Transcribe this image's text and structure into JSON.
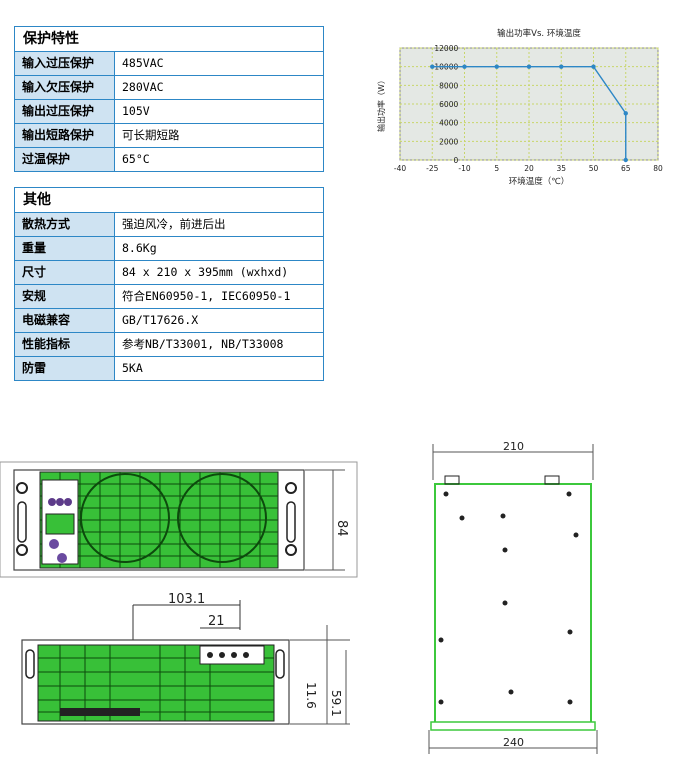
{
  "protection": {
    "title": "保护特性",
    "rows": [
      {
        "label": "输入过压保护",
        "value": "485VAC"
      },
      {
        "label": "输入欠压保护",
        "value": "280VAC"
      },
      {
        "label": "输出过压保护",
        "value": "105V"
      },
      {
        "label": "输出短路保护",
        "value": "可长期短路"
      },
      {
        "label": "过温保护",
        "value": "65°C"
      }
    ]
  },
  "other": {
    "title": "其他",
    "rows": [
      {
        "label": "散热方式",
        "value": "强迫风冷，前进后出"
      },
      {
        "label": "重量",
        "value": "8.6Kg"
      },
      {
        "label": "尺寸",
        "value": "84 x 210 x 395mm (wxhxd)"
      },
      {
        "label": "安规",
        "value": "符合EN60950-1, IEC60950-1"
      },
      {
        "label": "电磁兼容",
        "value": "GB/T17626.X"
      },
      {
        "label": "性能指标",
        "value": "参考NB/T33001, NB/T33008"
      },
      {
        "label": "防雷",
        "value": "5KA"
      }
    ]
  },
  "chart_data": {
    "type": "line",
    "title": "输出功率Vs. 环境温度",
    "xlabel": "环境温度（℃）",
    "ylabel": "输出功率（W）",
    "x_ticks": [
      -40,
      -25,
      -10,
      5,
      20,
      35,
      50,
      65,
      80
    ],
    "y_ticks": [
      0,
      2000,
      4000,
      6000,
      8000,
      10000,
      12000
    ],
    "xlim": [
      -40,
      80
    ],
    "ylim": [
      0,
      12000
    ],
    "grid": true,
    "series": [
      {
        "x": [
          -25,
          -10,
          5,
          20,
          35,
          50,
          65,
          65
        ],
        "y": [
          10000,
          10000,
          10000,
          10000,
          10000,
          10000,
          5000,
          0
        ]
      }
    ],
    "line_color": "#2d87c6",
    "grid_color": "#c8d66a",
    "plot_bg": "#e4e8e4"
  },
  "drawings": {
    "front_height": "84",
    "dim_103": "103.1",
    "dim_21": "21",
    "dim_11": "11.6",
    "dim_59": "59.1",
    "top_width": "210",
    "bottom_width": "240",
    "panel_green": "#3cc83c"
  }
}
